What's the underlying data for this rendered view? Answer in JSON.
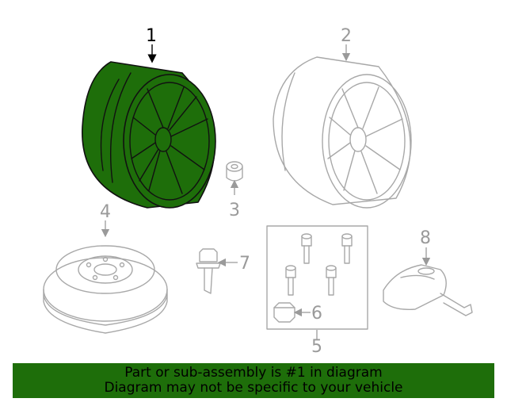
{
  "callouts": {
    "c1": "1",
    "c2": "2",
    "c3": "3",
    "c4": "4",
    "c5": "5",
    "c6": "6",
    "c7": "7",
    "c8": "8"
  },
  "banner": {
    "line1": "Part or sub-assembly is #1 in diagram",
    "line2": "Diagram may not be specific to your vehicle"
  },
  "colors": {
    "highlight_part": "#1e6e0a",
    "banner_background": "#1e6e0a",
    "outline": "#a8a8a8",
    "callout_gray": "#9a9a9a"
  }
}
